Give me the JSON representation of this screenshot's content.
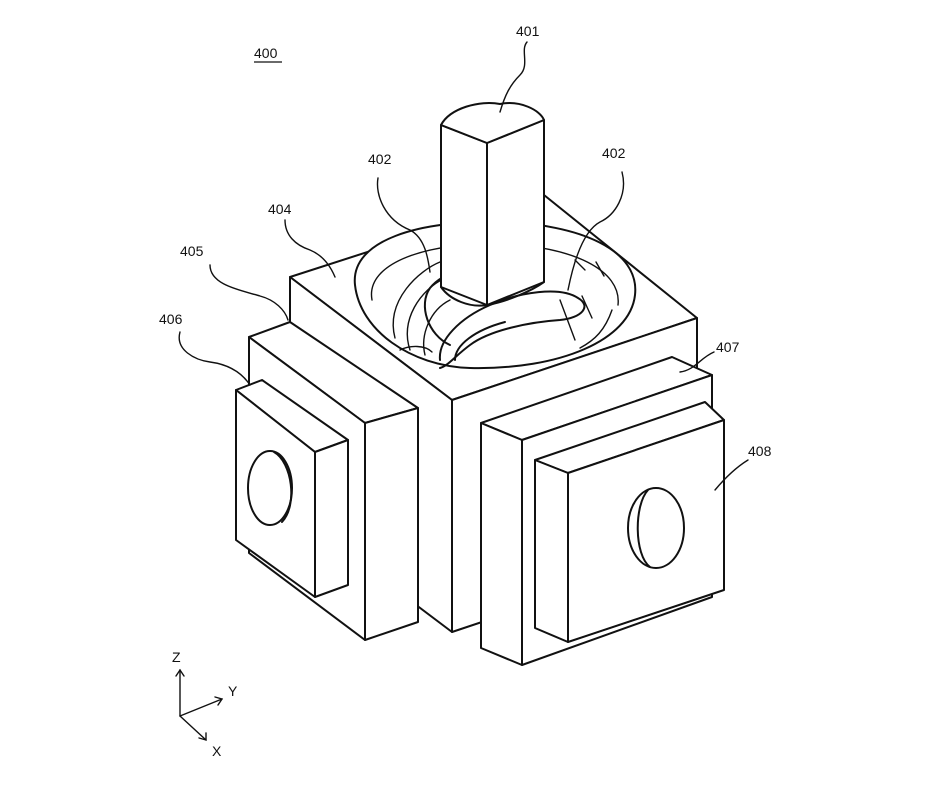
{
  "figure": {
    "title": "400",
    "labels": {
      "stick": "401",
      "guide_left": "402",
      "guide_right": "402",
      "housing": "404",
      "frame_left": "405",
      "sensor_left": "406",
      "frame_right": "407",
      "sensor_right": "408"
    },
    "axes": {
      "z": "Z",
      "y": "Y",
      "x": "X"
    }
  }
}
